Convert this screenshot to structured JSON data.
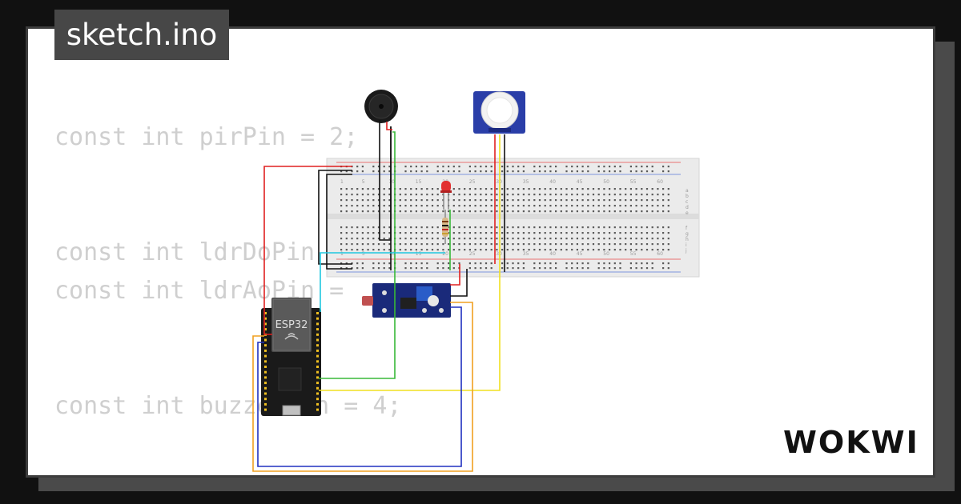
{
  "tab": {
    "filename": "sketch.ino"
  },
  "code": {
    "lines": [
      "const int pirPin = 2;",
      "const int ldrDoPin",
      "const int ldrAoPin = ",
      "const int buzzerPin = 4;"
    ]
  },
  "esp32": {
    "label": "ESP32"
  },
  "breadboard": {
    "column_numbers": [
      "1",
      "5",
      "10",
      "15",
      "20",
      "25",
      "30",
      "35",
      "40",
      "45",
      "50",
      "55",
      "60"
    ],
    "row_letters_top": [
      "a",
      "b",
      "c",
      "d",
      "e"
    ],
    "row_letters_bottom": [
      "f",
      "g",
      "h",
      "i",
      "j"
    ]
  },
  "brand": {
    "name": "WOKWI"
  },
  "colors": {
    "wire_red": "#e02020",
    "wire_black": "#111111",
    "wire_green": "#38b838",
    "wire_cyan": "#20c8e0",
    "wire_yellow": "#f0e020",
    "wire_orange": "#f0a020",
    "wire_blue": "#2030c0",
    "sensor_module": "#1a2a7a"
  }
}
